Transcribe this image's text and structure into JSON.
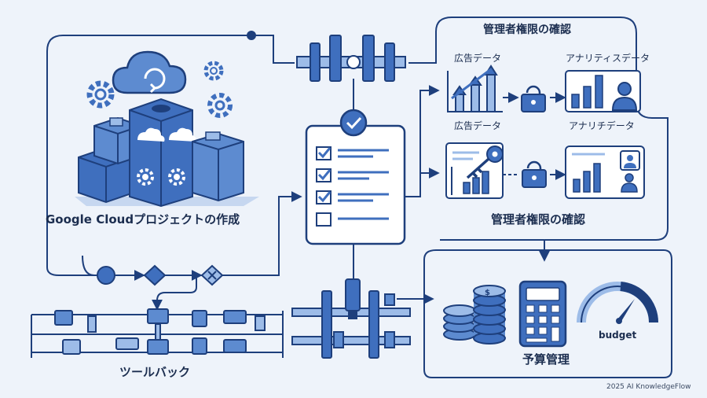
{
  "labels": {
    "gcp_project": "Google Cloudプロジェクトの作成",
    "toolback": "ツールバック",
    "admin_check_top": "管理者権限の確認",
    "admin_check_mid": "管理者権限の確認",
    "ad_data_top": "広告データ",
    "analytics_data_top": "アナリティスデータ",
    "ad_data_bottom": "広告データ",
    "analytics_data_bottom": "アナリチデータ",
    "budget_mgmt": "予算管理",
    "budget": "budget"
  },
  "footer": "2025 AI KnowledgeFlow",
  "icons": [
    "cloud-sync-icon",
    "gear-icon",
    "cube-stack-icon",
    "checklist-icon",
    "check-badge-icon",
    "lock-icon",
    "key-icon",
    "bar-chart-icon",
    "user-icon",
    "coin-stack-icon",
    "calculator-icon",
    "gauge-icon",
    "diamond-node-icon",
    "pipe-connector-icon"
  ],
  "colors": {
    "dark": "#1e3f7c",
    "mid": "#3f6fbe",
    "light": "#9dbce8",
    "bg": "#eef3fa"
  }
}
